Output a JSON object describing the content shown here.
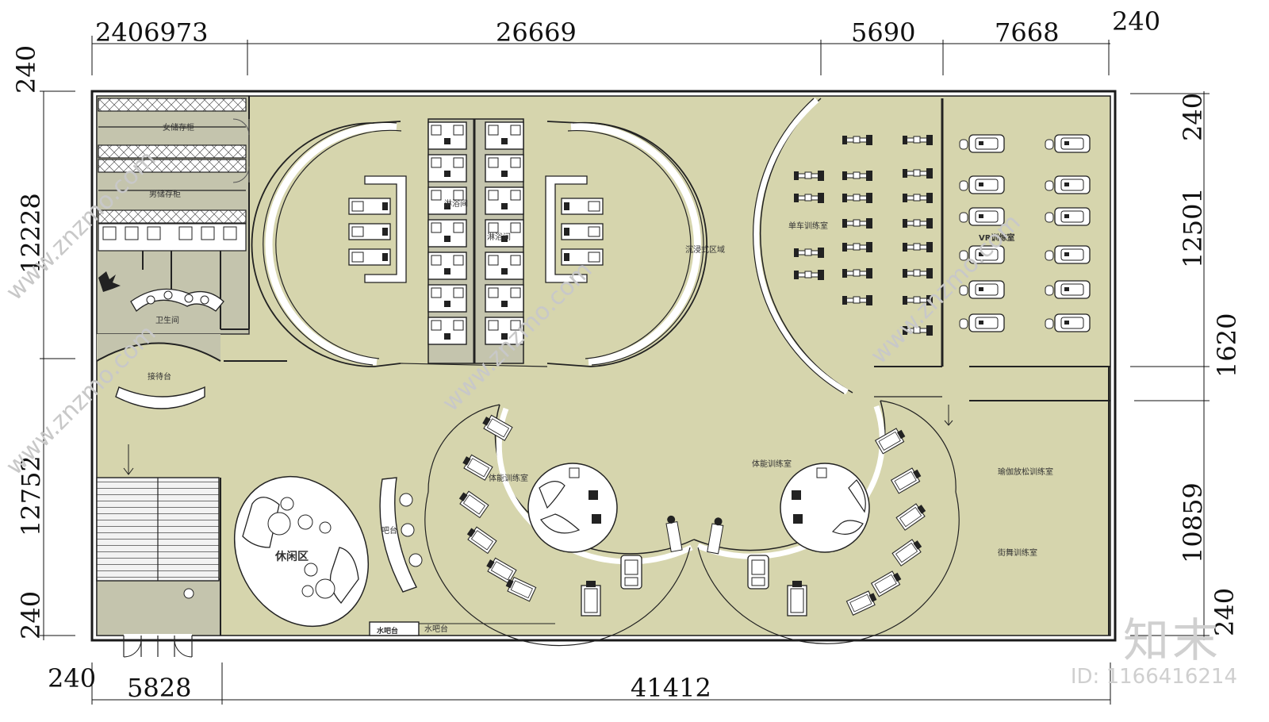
{
  "dimensions": {
    "top": [
      "2406973",
      "26669",
      "5690",
      "7668",
      "240"
    ],
    "bottom": [
      "240",
      "5828",
      "41412"
    ],
    "left": [
      "240",
      "12228",
      "12752",
      "240"
    ],
    "right": [
      "240",
      "12501",
      "1620",
      "10859",
      "240"
    ]
  },
  "rooms": {
    "female_locker": "女储存柜",
    "male_locker": "男储存柜",
    "restroom": "卫生间",
    "reception": "接待台",
    "shower": "淋浴间",
    "bath": "淋浴间",
    "immersive": "沉浸式区域",
    "bike_training": "单车训练室",
    "vr_training": "VR训练室",
    "fitness_left": "体能训练室",
    "fitness_right": "体能训练室",
    "stretch": "瑜伽放松训练室",
    "street_dance": "街舞训练室",
    "lounge": "休闲区",
    "bar": "吧台",
    "water_bar_box": "水吧台",
    "water_bar": "水吧台"
  },
  "watermark": {
    "site": "www.znzmo.com",
    "brand": "知末",
    "id_label": "ID: 1166416214"
  },
  "colors": {
    "floor": "#d6d5ad",
    "service": "#c4c4ad",
    "wall": "#1a1a1a",
    "paper": "#ffffff"
  }
}
